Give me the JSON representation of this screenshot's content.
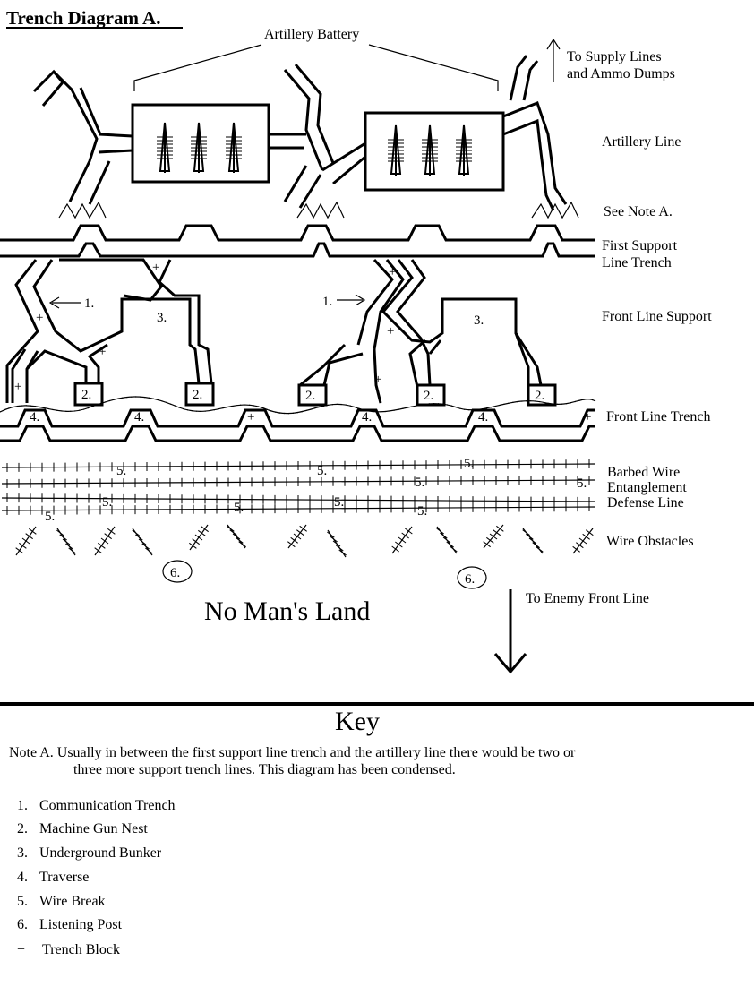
{
  "diagram": {
    "title": "Trench Diagram A.",
    "labels": {
      "artillery_battery": "Artillery Battery",
      "supply_line1": "To Supply Lines",
      "supply_line2": "and Ammo Dumps",
      "artillery_line": "Artillery Line",
      "see_note": "See Note A.",
      "first_support1": "First Support",
      "first_support2": "Line Trench",
      "front_line_support": "Front Line Support",
      "front_line_trench": "Front Line Trench",
      "barbed1": "Barbed Wire",
      "barbed2": "Entanglement",
      "barbed3": "Defense Line",
      "wire_obstacles": "Wire Obstacles",
      "enemy_front": "To Enemy Front Line",
      "no_mans_land": "No Man's Land"
    },
    "markers": {
      "comm": "1.",
      "mg": "2.",
      "bunker": "3.",
      "traverse": "4.",
      "wire_break": "5.",
      "listening": "6.",
      "block": "+"
    }
  },
  "key": {
    "title": "Key",
    "note_line1": "Note A.  Usually in between the first support line trench and the artillery line there would be two or",
    "note_line2": "three more support trench lines.   This diagram has been condensed.",
    "items": [
      {
        "marker": "1.",
        "label": "Communication Trench"
      },
      {
        "marker": "2.",
        "label": "Machine Gun Nest"
      },
      {
        "marker": "3.",
        "label": "Underground Bunker"
      },
      {
        "marker": "4.",
        "label": "Traverse"
      },
      {
        "marker": "5.",
        "label": "Wire Break"
      },
      {
        "marker": "6.",
        "label": "Listening Post"
      },
      {
        "marker": "+",
        "label": "Trench Block"
      }
    ]
  }
}
